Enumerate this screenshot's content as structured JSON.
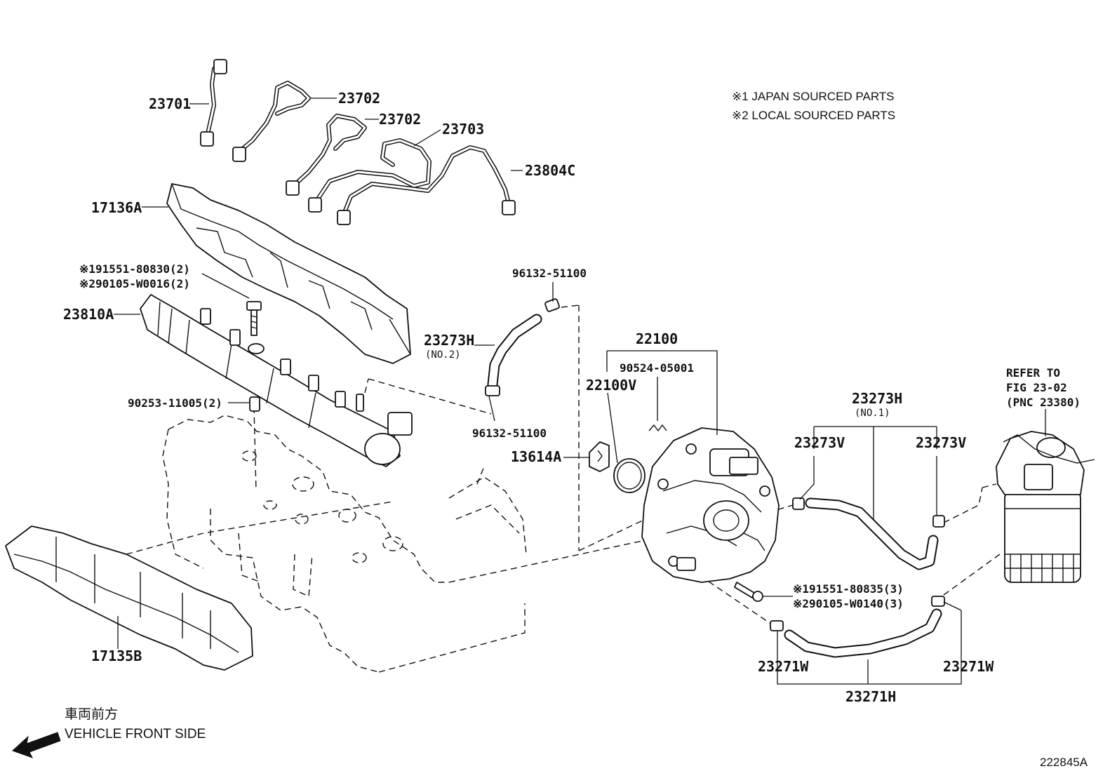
{
  "notes": {
    "japan_sourced": "※1 JAPAN SOURCED PARTS",
    "local_sourced": "※2 LOCAL SOURCED PARTS"
  },
  "labels": {
    "p23701": "23701",
    "p23702_a": "23702",
    "p23702_b": "23702",
    "p23703": "23703",
    "p23804c": "23804C",
    "p17136a": "17136A",
    "p191551_80830": "※191551-80830(2)",
    "p290105_w0016": "※290105-W0016(2)",
    "p23810a": "23810A",
    "p96132_top": "96132-51100",
    "p23273h_no2": "23273H",
    "p23273h_no2_sub": "(NO.2)",
    "p96132_bottom": "96132-51100",
    "p22100": "22100",
    "p90524": "90524-05001",
    "p22100v": "22100V",
    "p13614a": "13614A",
    "p90253": "90253-11005(2)",
    "p23273h_no1": "23273H",
    "p23273h_no1_sub": "(NO.1)",
    "p23273v_left": "23273V",
    "p23273v_right": "23273V",
    "refer_line1": "REFER TO",
    "refer_line2": "FIG 23-02",
    "refer_line3": "(PNC 23380)",
    "p191551_80835": "※191551-80835(3)",
    "p290105_w0140": "※290105-W0140(3)",
    "p23271w_left": "23271W",
    "p23271w_right": "23271W",
    "p23271h": "23271H",
    "p17135b": "17135B"
  },
  "footer": {
    "front_jp": "車両前方",
    "front_en": "VEHICLE FRONT SIDE",
    "figure_id": "222845A"
  }
}
